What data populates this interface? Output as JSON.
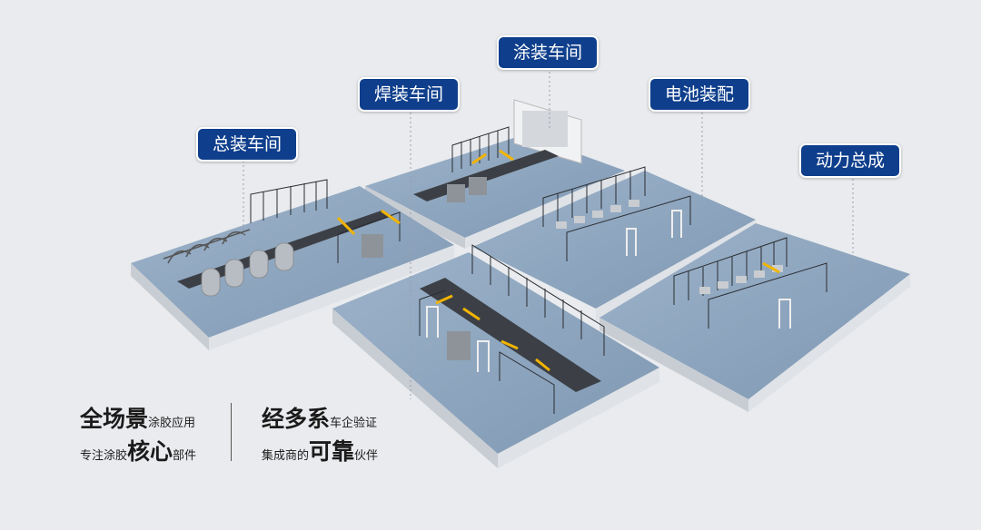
{
  "zones": {
    "final_assembly": "总装车间",
    "welding": "焊装车间",
    "painting": "涂装车间",
    "battery": "电池装配",
    "powertrain": "动力总成"
  },
  "tagline_left": {
    "line1_big": "全场景",
    "line1_small": "涂胶应用",
    "line2_small_a": "专注涂胶",
    "line2_big": "核心",
    "line2_small_b": "部件"
  },
  "tagline_right": {
    "line1_big": "经多系",
    "line1_small": "车企验证",
    "line2_small_a": "集成商的",
    "line2_big": "可靠",
    "line2_small_b": "伙伴"
  },
  "colors": {
    "platform_top": "#8ea6bf",
    "tag_bg": "#0f3f8c",
    "robot": "#f2b400"
  }
}
